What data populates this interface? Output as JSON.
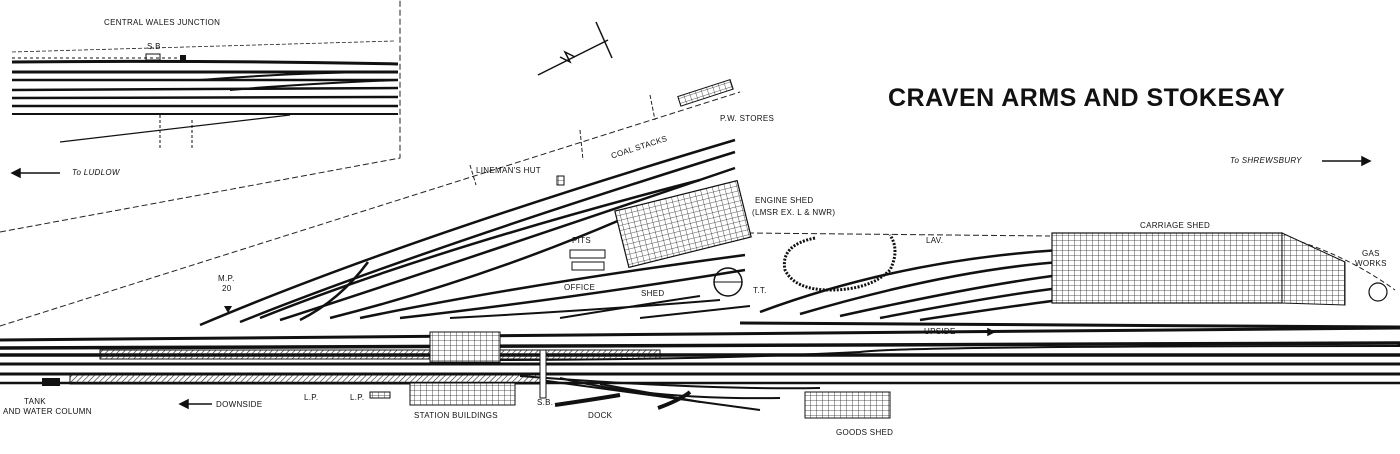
{
  "title": "CRAVEN ARMS AND STOKESAY",
  "inset": {
    "title": "CENTRAL WALES JUNCTION",
    "signal_box": "S.B"
  },
  "directions": {
    "to_ludlow": "To LUDLOW",
    "to_shrewsbury": "To SHREWSBURY",
    "downside": "DOWNSIDE",
    "upside": "UPSIDE"
  },
  "labels": {
    "pw_stores": "P.W. STORES",
    "coal_stacks": "COAL STACKS",
    "linemans_hut": "LINEMAN'S HUT",
    "engine_shed": "ENGINE SHED",
    "engine_shed_note": "(LMSR EX. L & NWR)",
    "pits": "PITS",
    "office": "OFFICE",
    "shed": "SHED",
    "turntable": "T.T.",
    "lav": "LAV.",
    "carriage_shed": "CARRIAGE SHED",
    "gas_works_1": "GAS",
    "gas_works_2": "WORKS",
    "milepost_1": "M.P.",
    "milepost_2": "20",
    "tank_1": "TANK",
    "tank_2": "AND WATER COLUMN",
    "lp_1": "L.P.",
    "lp_2": "L.P.",
    "station_buildings": "STATION BUILDINGS",
    "signal_box": "S.B.",
    "dock": "DOCK",
    "goods_shed": "GOODS SHED"
  }
}
